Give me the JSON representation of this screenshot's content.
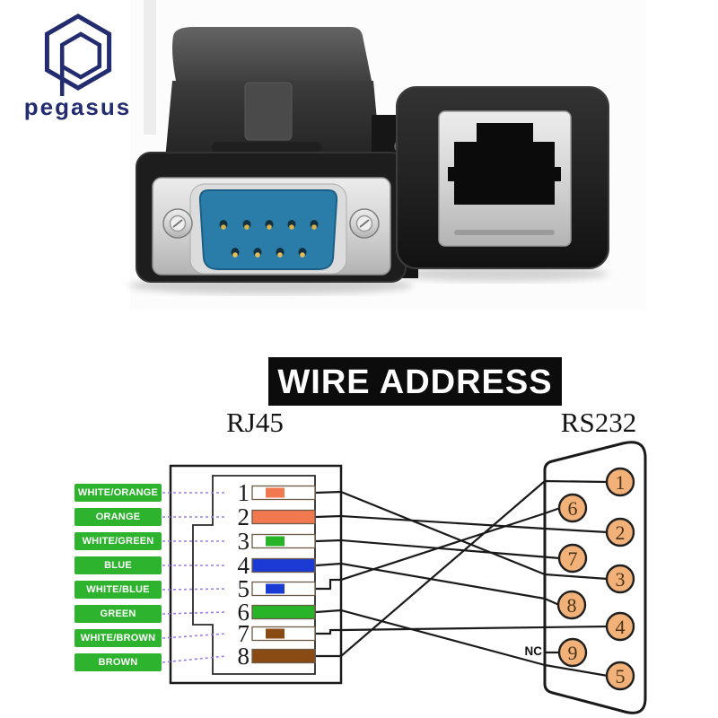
{
  "brand": {
    "name": "pegasus",
    "logo_color": "#222c6e"
  },
  "banner": {
    "title": "WIRE ADDRESS",
    "bg": "#0c0c0c",
    "fg": "#ffffff"
  },
  "diagram": {
    "left_connector_label": "RJ45",
    "right_connector_label": "RS232",
    "nc_label": "NC",
    "colors": {
      "label_green": "#2db32d",
      "dash_purple": "#9b7fe8",
      "wire_line": "#1a1a1a",
      "bar_outline": "#6b5b45",
      "db9_pin_fill": "#f2b178",
      "db9_pin_stroke": "#1f1f1f",
      "db9_pin_text": "#4a3318",
      "outline_black": "#1a1a1a"
    },
    "rj45_pins": [
      {
        "pin": "1",
        "color_label": "WHITE/ORANGE",
        "hex": "#f2784f",
        "striped": true
      },
      {
        "pin": "2",
        "color_label": "ORANGE",
        "hex": "#f2784f",
        "striped": false
      },
      {
        "pin": "3",
        "color_label": "WHITE/GREEN",
        "hex": "#28b428",
        "striped": true
      },
      {
        "pin": "4",
        "color_label": "BLUE",
        "hex": "#1c3bd4",
        "striped": false
      },
      {
        "pin": "5",
        "color_label": "WHITE/BLUE",
        "hex": "#1c3bd4",
        "striped": true
      },
      {
        "pin": "6",
        "color_label": "GREEN",
        "hex": "#28b428",
        "striped": false
      },
      {
        "pin": "7",
        "color_label": "WHITE/BROWN",
        "hex": "#8a4a14",
        "striped": true
      },
      {
        "pin": "8",
        "color_label": "BROWN",
        "hex": "#8a4a14",
        "striped": false
      }
    ],
    "db9_pins": [
      "1",
      "2",
      "3",
      "4",
      "5",
      "6",
      "7",
      "8",
      "9"
    ],
    "connections": [
      {
        "rj45": "1",
        "db9": "3"
      },
      {
        "rj45": "2",
        "db9": "2"
      },
      {
        "rj45": "3",
        "db9": "7"
      },
      {
        "rj45": "4",
        "db9": "8"
      },
      {
        "rj45": "5",
        "db9": "6"
      },
      {
        "rj45": "6",
        "db9": "5"
      },
      {
        "rj45": "7",
        "db9": "4"
      },
      {
        "rj45": "8",
        "db9": "1"
      },
      {
        "rj45": null,
        "db9": "9",
        "note": "NC"
      }
    ]
  }
}
